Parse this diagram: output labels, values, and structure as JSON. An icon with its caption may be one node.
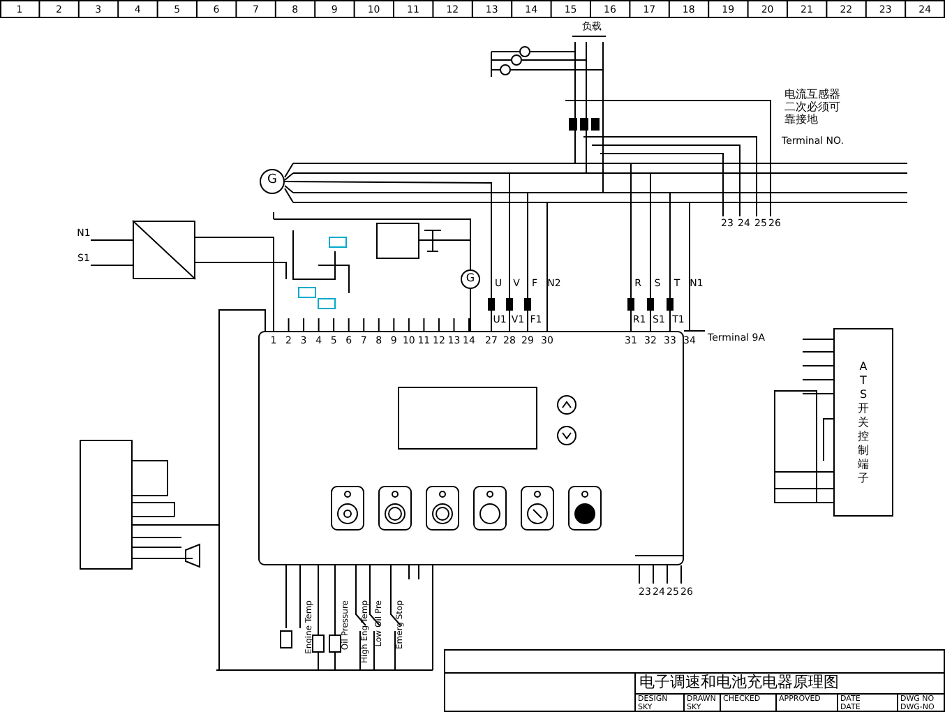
{
  "diagram": {
    "nodes": [
      {
        "text": [
          "G"
        ]
      },
      {
        "text": [],
        "shape": "box"
      },
      {
        "text": [
          "G"
        ]
      },
      {
        "text": [],
        "shape": "box"
      },
      {
        "text": [],
        "shape": "box",
        "in": 3
      },
      {
        "text": [],
        "shape": "box",
        "in": 3
      },
      {
        "text": [],
        "shape": "box",
        "in": 3
      },
      {
        "text": [],
        "shape": "box",
        "in": 3
      },
      {
        "text": [],
        "shape": "box",
        "in": 3
      },
      {
        "text": [],
        "shape": "box",
        "in": 3
      },
      {
        "text": [],
        "shape": "box",
        "in": 3
      },
      {
        "text": [],
        "shape": "circle",
        "in": 3
      },
      {
        "text": [],
        "shape": "circle",
        "in": 3
      },
      {
        "text": [],
        "shape": "box"
      },
      {
        "text": [
          "ATS开关控制端子"
        ]
      },
      {
        "text": [
          "电子调速和电池充电器原理图"
        ]
      }
    ],
    "edges": [
      {
        "from": 0,
        "to": 3,
        "arrow": "none"
      },
      {
        "from": 1,
        "to": 3,
        "arrow": "none"
      },
      {
        "from": 2,
        "to": 3,
        "arrow": "none"
      },
      {
        "from": 13,
        "to": 3,
        "arrow": "none"
      }
    ],
    "labels": [
      "1",
      "2",
      "3",
      "4",
      "5",
      "6",
      "7",
      "8",
      "9",
      "10",
      "11",
      "12",
      "13",
      "14",
      "15",
      "16",
      "17",
      "18",
      "19",
      "20",
      "21",
      "22",
      "23",
      "24",
      "负载",
      "电流互感器二次必须可靠接地",
      "Terminal NO.",
      "N1",
      "S1",
      "U",
      "V",
      "F",
      "N2",
      "U1",
      "V1",
      "F1",
      "R",
      "S",
      "T",
      "N1",
      "R1",
      "S1",
      "T1",
      "1",
      "2",
      "3",
      "4",
      "5",
      "6",
      "7",
      "8",
      "9",
      "10",
      "11",
      "12",
      "13",
      "14",
      "27",
      "28",
      "29",
      "30",
      "31",
      "32",
      "33",
      "34",
      "Terminal 9A",
      "Engine Temp",
      "Oil Pressure",
      "High Eng Temp",
      "Low Oil Pre",
      "Emerg Stop",
      "23",
      "24",
      "25",
      "26",
      "DESIGN",
      "SKY",
      "DRAWN",
      "SKY",
      "CHECKED",
      "APPROVED",
      "DATE",
      "DATE",
      "DWG NO",
      "DWG-NO",
      "23",
      "24",
      "25",
      "26"
    ]
  }
}
